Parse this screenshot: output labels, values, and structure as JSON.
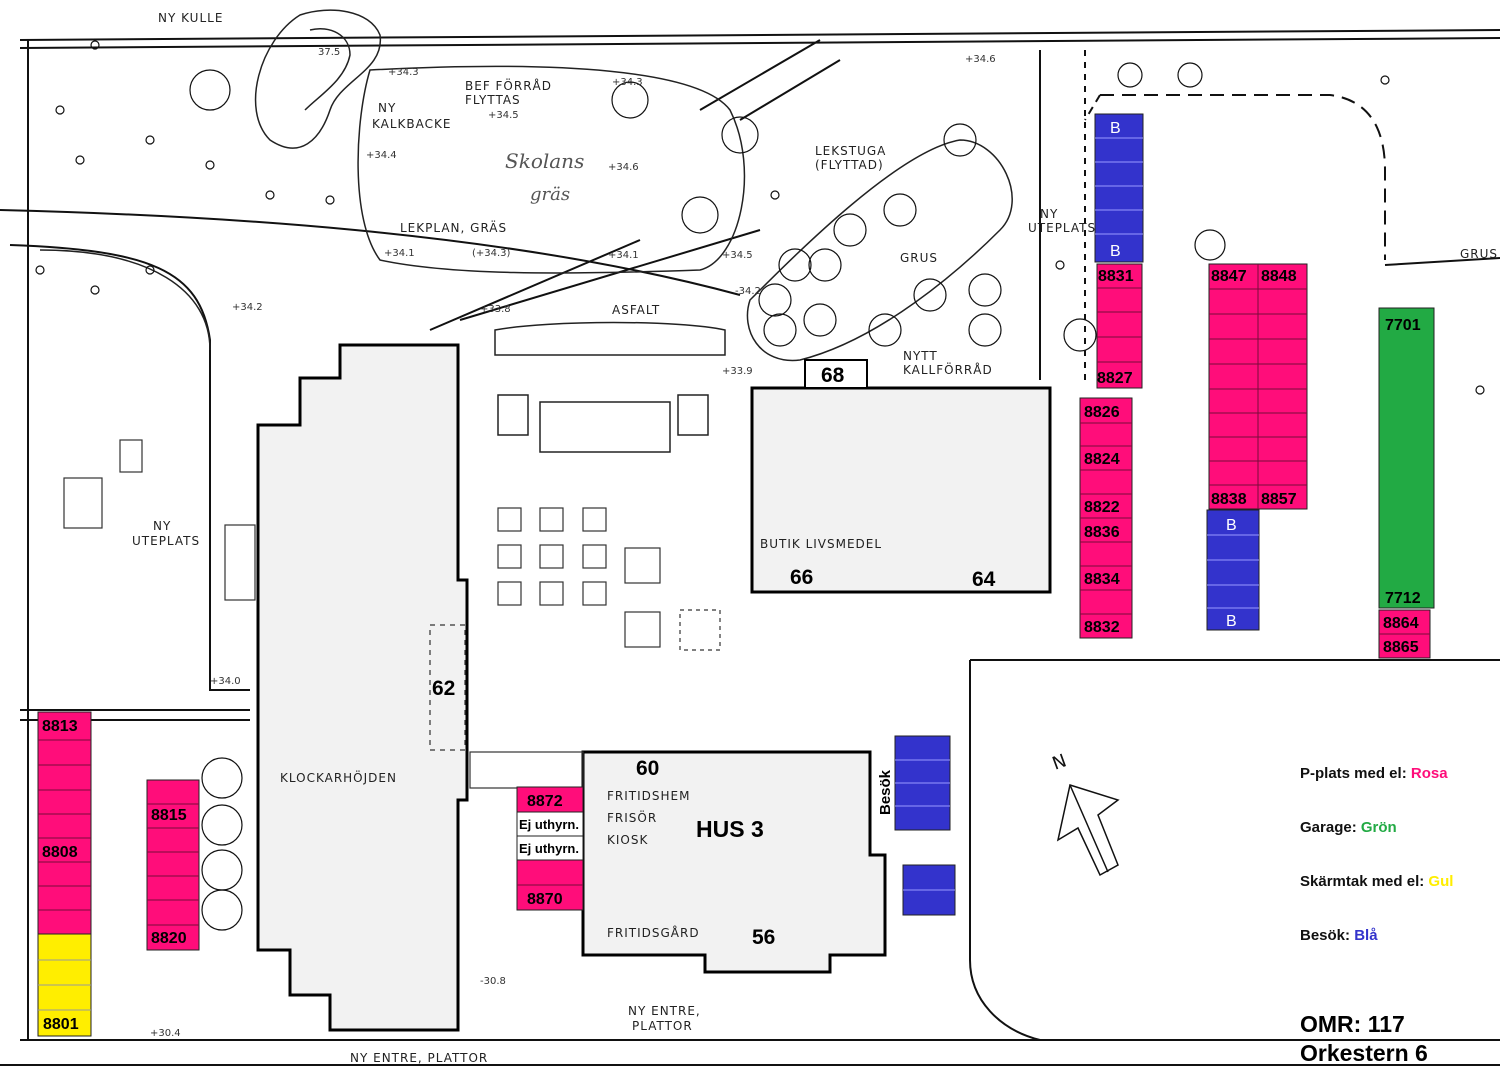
{
  "colors": {
    "rosa": "#ff0d7a",
    "gron": "#22aa44",
    "gul": "#ffee00",
    "bla": "#3333cc",
    "building": "#f2f2f2",
    "line": "#111111"
  },
  "buildings": {
    "klockarhojden": "KLOCKARHÖJDEN",
    "butik": "BUTIK  LIVSMEDEL",
    "hus3": "HUS 3",
    "fritidshem": "FRITIDSHEM",
    "frisor": "FRISÖR",
    "kiosk": "KIOSK",
    "fritidsgard": "FRITIDSGÅRD",
    "house_numbers": [
      "68",
      "66",
      "64",
      "62",
      "60",
      "56"
    ]
  },
  "site_labels": {
    "ny_kulle": "NY KULLE",
    "bef_forrad": "BEF FÖRRÅD",
    "flyttas": "FLYTTAS",
    "ny_kalkbacke_1": "NY",
    "ny_kalkbacke_2": "KALKBACKE",
    "lekplan": "LEKPLAN, GRÄS",
    "lekstuga_1": "LEKSTUGA",
    "lekstuga_2": "(FLYTTAD)",
    "ny_uteplats_r1": "NY",
    "ny_uteplats_r2": "UTEPLATS",
    "grus_1": "GRUS",
    "grus_2": "GRUS",
    "asfalt": "ASFALT",
    "nytt_kallforrad_1": "NYTT",
    "nytt_kallforrad_2": "KALLFÖRRÅD",
    "ny_uteplats_l1": "NY",
    "ny_uteplats_l2": "UTEPLATS",
    "ny_entre_1": "NY ENTRE,",
    "ny_entre_2": "PLATTOR",
    "ny_entre_bottom": "NY ENTRE, PLATTOR",
    "ej_uthyrn_1": "Ej uthyrn.",
    "ej_uthyrn_2": "Ej uthyrn.",
    "besok_vertical": "Besök",
    "handwriting_1": "Skolans",
    "handwriting_2": "gräs",
    "north": "N"
  },
  "elevations": [
    "37.5",
    "+34.3",
    "+34.3",
    "+34.5",
    "+34.4",
    "+34.6",
    "+34.1",
    "(+34.3)",
    "+34.1",
    "+34.5",
    "+34.6",
    "+34.2",
    "+33.8",
    "+33.9",
    "+34.0",
    "-30.8",
    "+30.4",
    "-34.2"
  ],
  "parking": {
    "rosa_numbers": [
      "8831",
      "8827",
      "8826",
      "8824",
      "8822",
      "8836",
      "8834",
      "8832",
      "8847",
      "8848",
      "8838",
      "8857",
      "8864",
      "8865",
      "8813",
      "8808",
      "8815",
      "8820",
      "8872",
      "8870"
    ],
    "gron_numbers": [
      "7701",
      "7712"
    ],
    "gul_numbers": [
      "8801"
    ],
    "bla_marker": "B"
  },
  "legend": [
    {
      "label": "P-plats med el:",
      "value": "Rosa",
      "color": "#ff0d7a"
    },
    {
      "label": "Garage:",
      "value": "Grön",
      "color": "#22aa44"
    },
    {
      "label": "Skärmtak med el:",
      "value": "Gul",
      "color": "#ffee00"
    },
    {
      "label": "Besök:",
      "value": "Blå",
      "color": "#3333cc"
    }
  ],
  "area": {
    "omr": "OMR: 117",
    "name": "Orkestern 6"
  }
}
